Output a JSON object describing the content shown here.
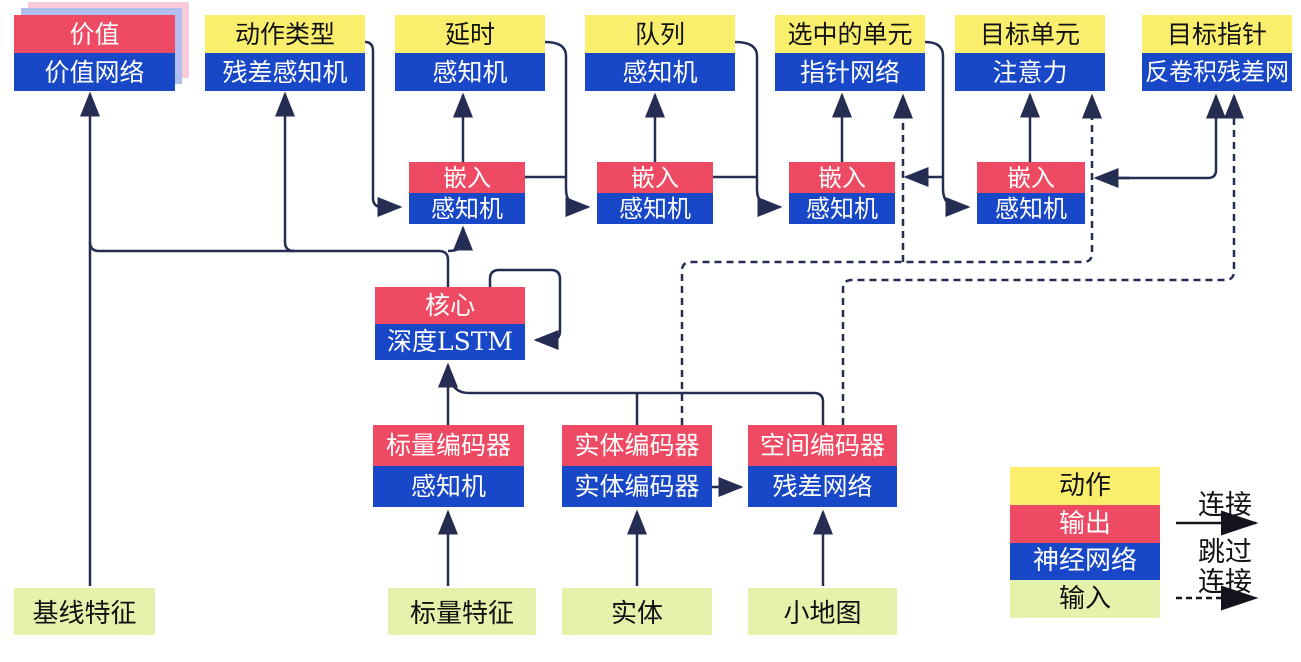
{
  "palette": {
    "yellow": "#F9EF6D",
    "red": "#EE4A63",
    "blue": "#1847C8",
    "green": "#E5F2AB",
    "line_navy": "#252E52",
    "legend_arrow_black": "#14141c",
    "stack_card_pink": "#F9CADC",
    "stack_card_blue": "#AFBEEC"
  },
  "heads": [
    {
      "top": "价值",
      "bottom": "价值网络"
    },
    {
      "top": "动作类型",
      "bottom": "残差感知机"
    },
    {
      "top": "延时",
      "bottom": "感知机"
    },
    {
      "top": "队列",
      "bottom": "感知机"
    },
    {
      "top": "选中的单元",
      "bottom": "指针网络"
    },
    {
      "top": "目标单元",
      "bottom": "注意力"
    },
    {
      "top": "目标指针",
      "bottom": "反卷积残差网"
    }
  ],
  "embeds": [
    {
      "top": "嵌入",
      "bottom": "感知机"
    },
    {
      "top": "嵌入",
      "bottom": "感知机"
    },
    {
      "top": "嵌入",
      "bottom": "感知机"
    },
    {
      "top": "嵌入",
      "bottom": "感知机"
    }
  ],
  "core": {
    "top": "核心",
    "bottom": "深度LSTM"
  },
  "encoders": [
    {
      "top": "标量编码器",
      "bottom": "感知机"
    },
    {
      "top": "实体编码器",
      "bottom": "实体编码器"
    },
    {
      "top": "空间编码器",
      "bottom": "残差网络"
    }
  ],
  "inputs": [
    {
      "label": "基线特征"
    },
    {
      "label": "标量特征"
    },
    {
      "label": "实体"
    },
    {
      "label": "小地图"
    }
  ],
  "legend": {
    "items": [
      {
        "label": "动作"
      },
      {
        "label": "输出"
      },
      {
        "label": "神经网络"
      },
      {
        "label": "输入"
      }
    ],
    "solid_label": "连接",
    "dashed_label_line1": "跳过",
    "dashed_label_line2": "连接"
  }
}
